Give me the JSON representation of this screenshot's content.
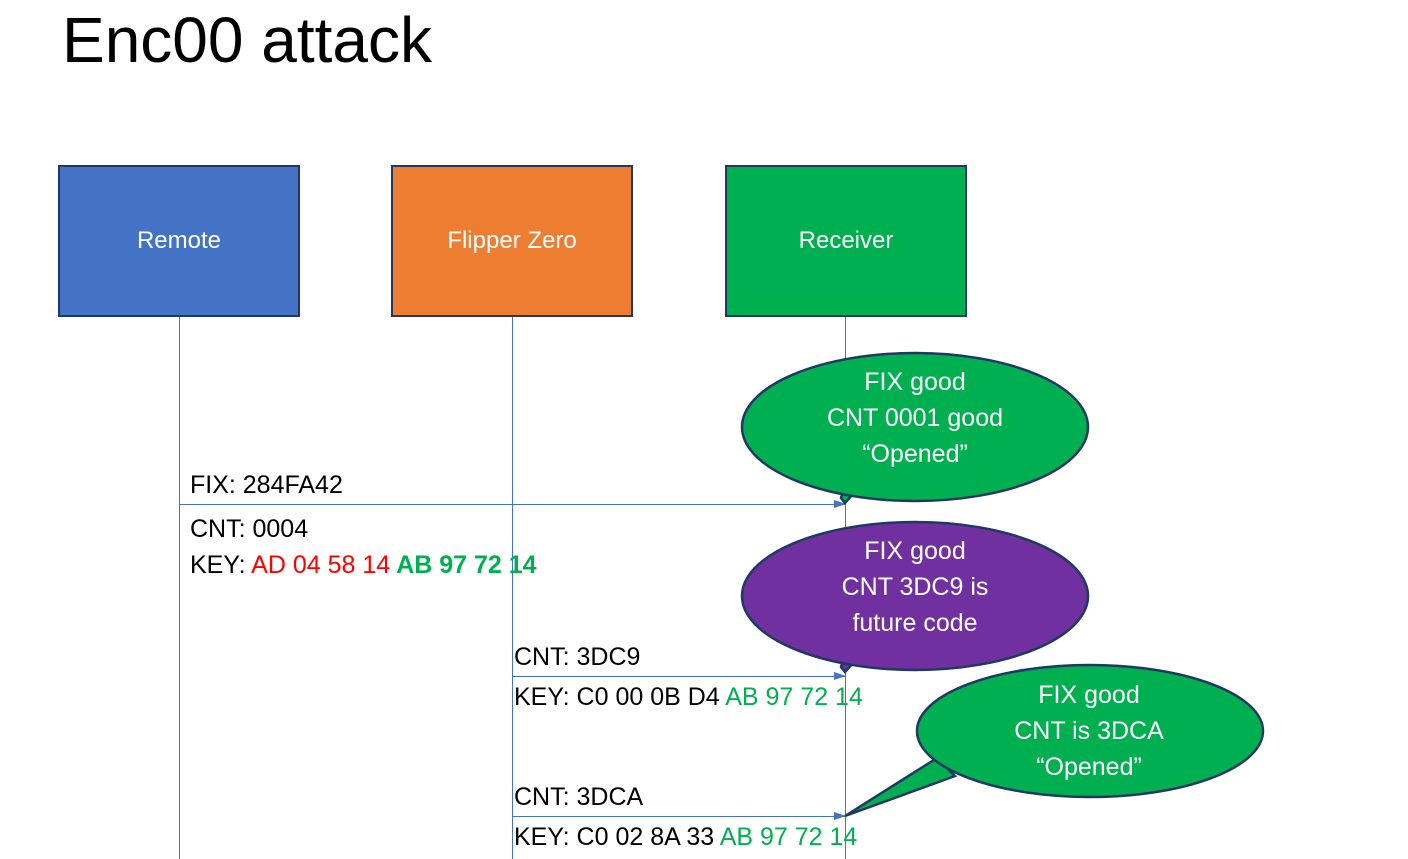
{
  "slide": {
    "title": "Enc00 attack"
  },
  "actors": [
    {
      "id": "remote",
      "label": "Remote",
      "color": "#4472C4"
    },
    {
      "id": "flipper",
      "label": "Flipper Zero",
      "color": "#ED7D31"
    },
    {
      "id": "receiver",
      "label": "Receiver",
      "color": "#00B050"
    }
  ],
  "messages": [
    {
      "id": "msg1",
      "from": "remote",
      "to": "receiver",
      "fix": "FIX: 284FA42",
      "cnt": "CNT: 0004",
      "key_prefix": "KEY: ",
      "key_red": "AD 04 58 14",
      "key_green": " AB 97 72 14"
    },
    {
      "id": "msg2",
      "from": "flipper",
      "to": "receiver",
      "cnt": "CNT: 3DC9",
      "key_prefix": "KEY: C0 00 0B D4",
      "key_green": " AB 97 72 14"
    },
    {
      "id": "msg3",
      "from": "flipper",
      "to": "receiver",
      "cnt": "CNT: 3DCA",
      "key_prefix": "KEY: C0 02 8A 33",
      "key_green": " AB 97 72 14"
    }
  ],
  "bubbles": [
    {
      "id": "bubble1",
      "color": "#00B050",
      "border": "#1F3864",
      "line1": "FIX good",
      "line2": "CNT 0001 good",
      "line3": "“Opened”"
    },
    {
      "id": "bubble2",
      "color": "#7030A0",
      "border": "#1F3864",
      "line1": "FIX good",
      "line2": "CNT 3DC9 is",
      "line3": "future code"
    },
    {
      "id": "bubble3",
      "color": "#00B050",
      "border": "#1F3864",
      "line1": "FIX good",
      "line2": "CNT is 3DCA",
      "line3": "“Opened”"
    }
  ],
  "colors": {
    "lifeline": "#4472C4",
    "arrow": "#4472C4",
    "key_red": "#FF0000",
    "key_green": "#00B050",
    "box_border": "#1F3864"
  }
}
